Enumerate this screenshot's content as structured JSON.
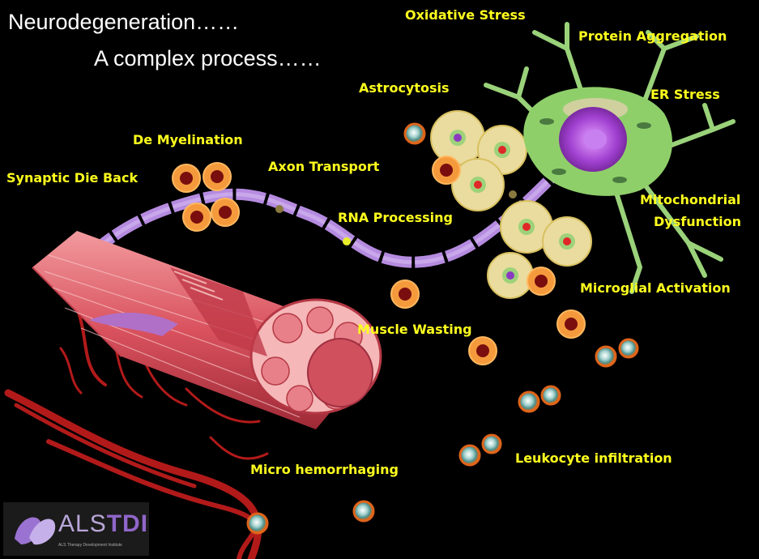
{
  "title": {
    "line1": "Neurodegeneration……",
    "line2": "A complex process……"
  },
  "labels": {
    "oxidative_stress": "Oxidative Stress",
    "protein_aggregation": "Protein Aggregation",
    "astrocytosis": "Astrocytosis",
    "er_stress": "ER Stress",
    "de_myelination": "De Myelination",
    "axon_transport": "Axon Transport",
    "synaptic_die_back": "Synaptic Die Back",
    "mitochondrial_1": "Mitochondrial",
    "mitochondrial_2": "Dysfunction",
    "rna_processing": "RNA Processing",
    "microglial_activation": "Microglial Activation",
    "muscle_wasting": "Muscle Wasting",
    "leukocyte_infiltration": "Leukocyte infiltration",
    "micro_hemorrhaging": "Micro hemorrhaging"
  },
  "logo": {
    "text_als": "ALS",
    "text_tdi": "TDI",
    "subtitle": "ALS Therapy Development Institute"
  },
  "colors": {
    "background": "#000000",
    "label": "#ffff1e",
    "title": "#ffffff",
    "neuron": "#8fcf6a",
    "muscle": "#e0606a",
    "vessel": "#b01818",
    "axon": "#b58be0"
  }
}
